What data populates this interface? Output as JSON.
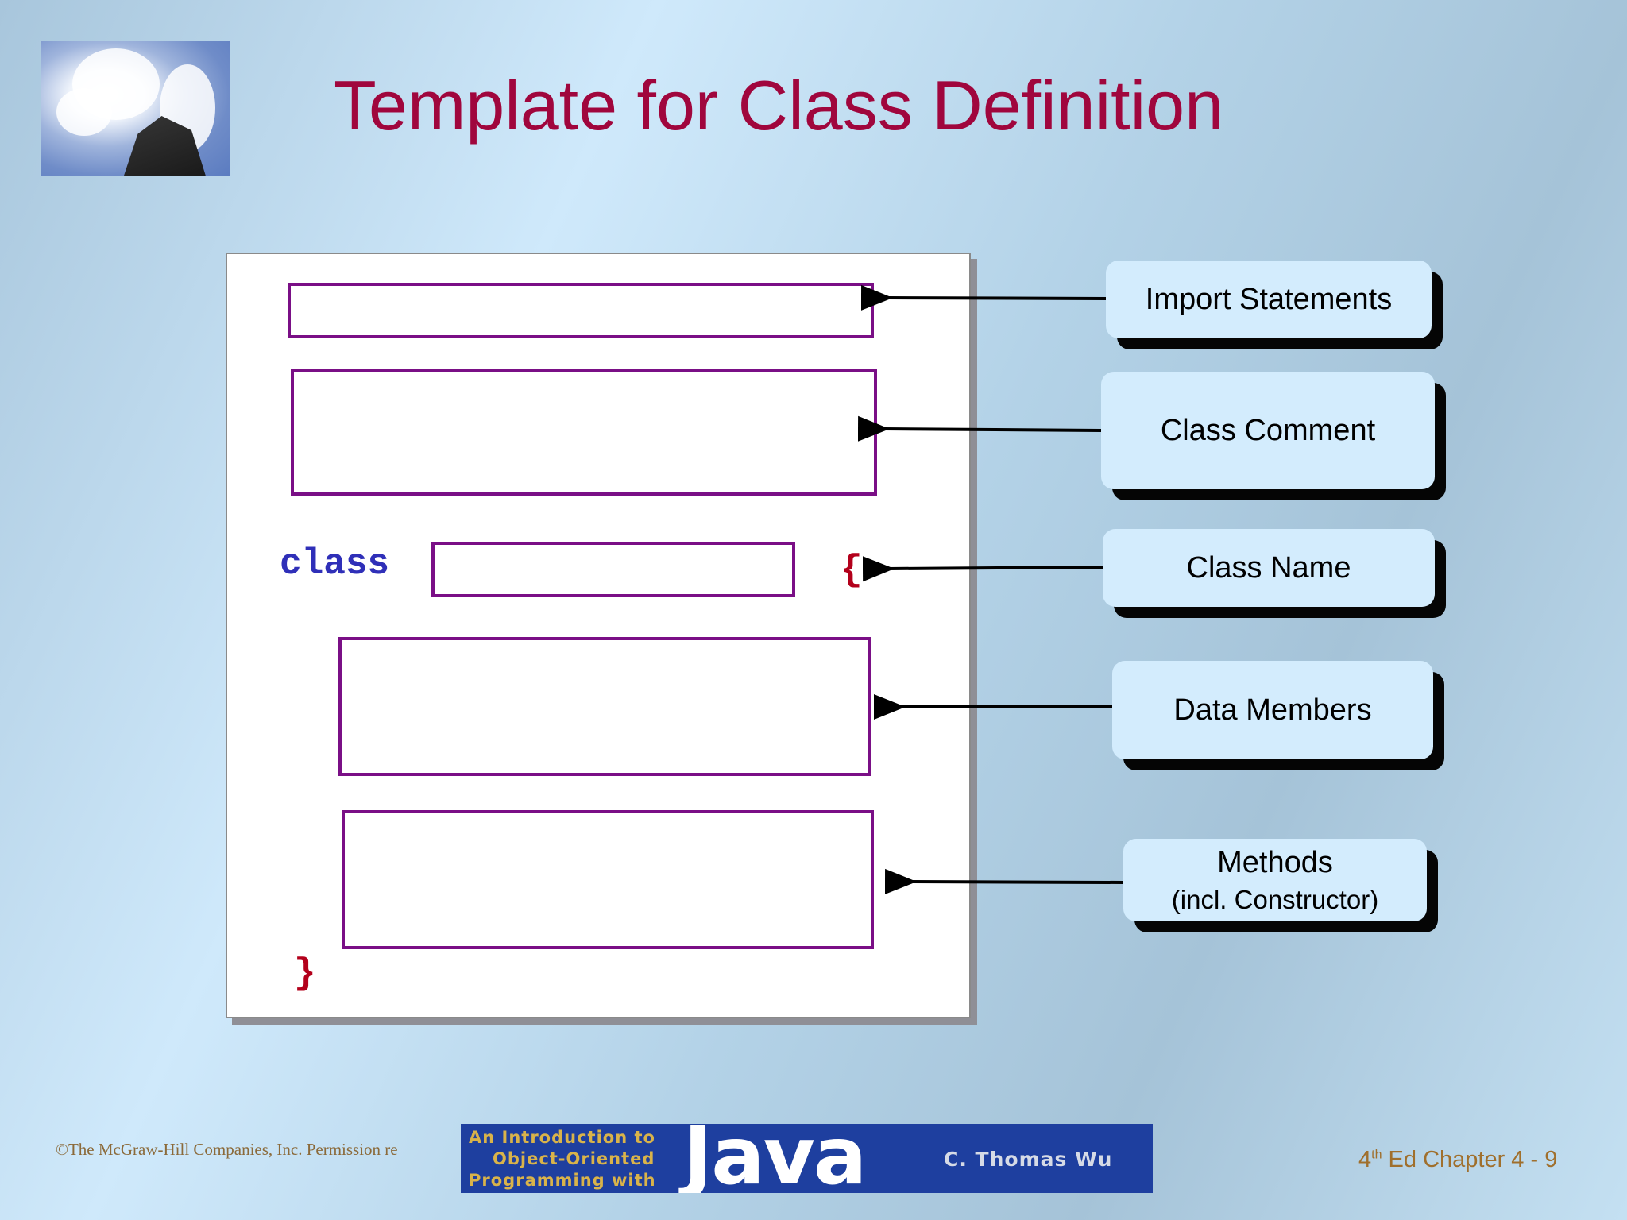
{
  "slide": {
    "title": "Template for Class Definition",
    "code": {
      "class_keyword": "class",
      "open_brace": "{",
      "close_brace": "}"
    },
    "callouts": [
      {
        "label": "Import Statements",
        "sublabel": ""
      },
      {
        "label": "Class Comment",
        "sublabel": ""
      },
      {
        "label": "Class Name",
        "sublabel": ""
      },
      {
        "label": "Data Members",
        "sublabel": ""
      },
      {
        "label": "Methods",
        "sublabel": "(incl. Constructor)"
      }
    ]
  },
  "footer": {
    "copyright": "©The McGraw-Hill Companies, Inc. Permission re",
    "banner": {
      "intro_lines": [
        "An Introduction to",
        "Object-Oriented",
        "Programming with"
      ],
      "java": "Java",
      "author": "C. Thomas Wu"
    },
    "chapter": {
      "edition_number": "4",
      "edition_suffix": "th",
      "rest": " Ed Chapter 4 - 9"
    }
  },
  "colors": {
    "title": "#a0063d",
    "slot_border": "#7a0f86",
    "keyword": "#2f2fb8",
    "brace": "#b3001b",
    "callout_fill": "#d3ecfd"
  }
}
